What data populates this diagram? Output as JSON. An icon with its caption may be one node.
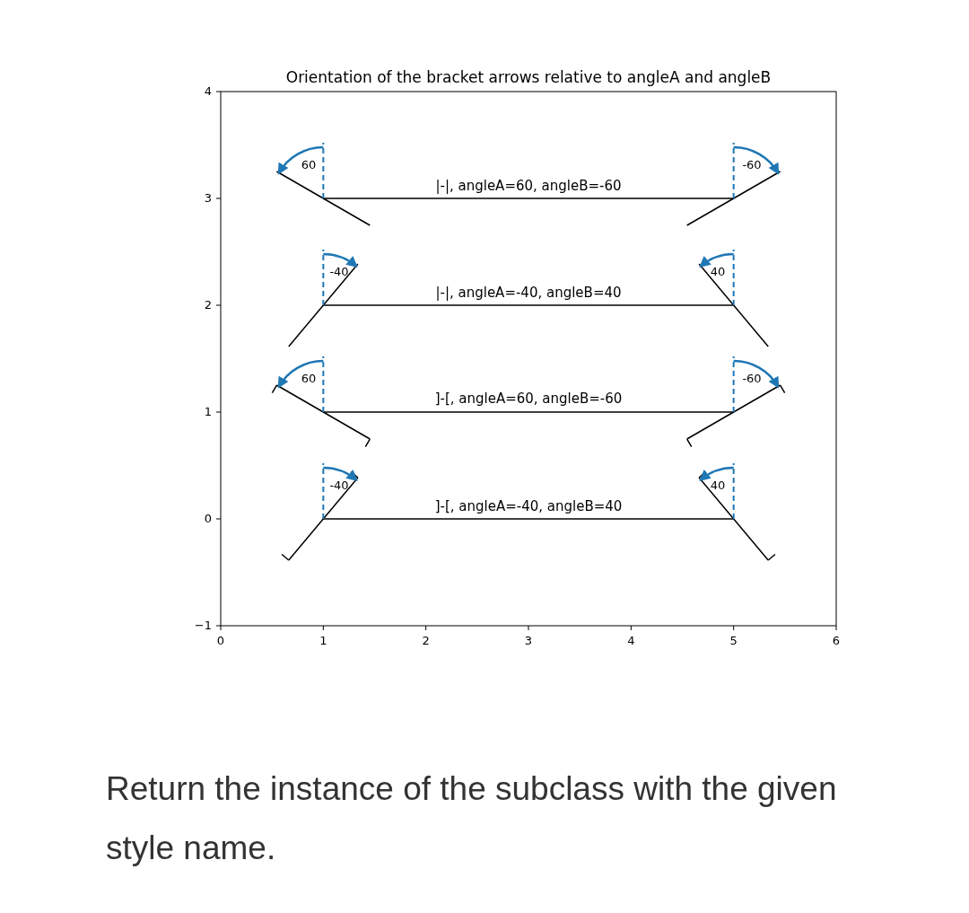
{
  "diagram": {
    "title": "Orientation of the bracket arrows relative to angleA and angleB",
    "labels": [
      "4",
      "60",
      "-60",
      "|-|, angleA=60, angleB=-60",
      "3",
      "-40",
      "40",
      "|-|, angleA=-40, angleB=40",
      "2",
      "60",
      "-60",
      "]-[, angleA=60, angleB=-60",
      "1",
      "-40",
      "40",
      "]-[, angleA=-40, angleB=40",
      "0",
      "−1",
      "0",
      "1",
      "2",
      "3",
      "4",
      "5",
      "6"
    ],
    "caption": "Return the instance of the subclass with the given style name."
  }
}
